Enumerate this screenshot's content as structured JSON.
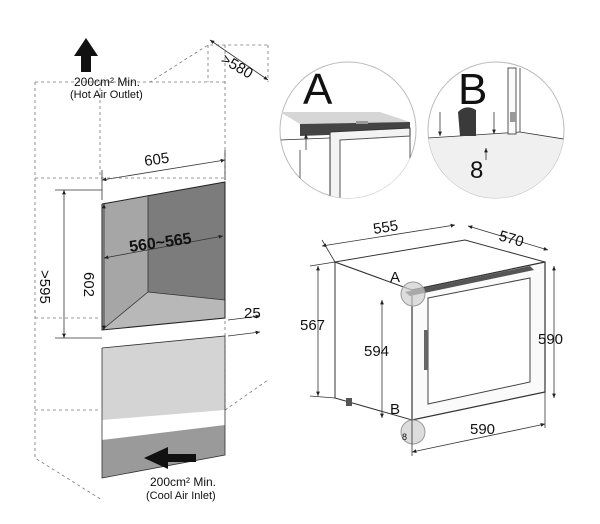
{
  "left_cabinet": {
    "top_arrow_caption_line1": "200cm² Min.",
    "top_arrow_caption_line2": "(Hot Air Outlet)",
    "depth_label": ">580",
    "width_label": "605",
    "niche_height_label": "602",
    "height_min_label": ">595",
    "niche_width_label": "560~565",
    "bottom_gap_label": "25",
    "bottom_arrow_caption_line1": "200cm² Min.",
    "bottom_arrow_caption_line2": "(Cool Air Inlet)"
  },
  "details": {
    "a_letter": "A",
    "b_letter": "B",
    "b_gap_label": "8"
  },
  "appliance": {
    "width_label": "555",
    "depth_label": "570",
    "body_height_label": "567",
    "door_height_label": "594",
    "total_height_label": "590",
    "door_width_label": "590",
    "marker_a": "A",
    "marker_b": "B",
    "marker_b_gap": "8"
  }
}
